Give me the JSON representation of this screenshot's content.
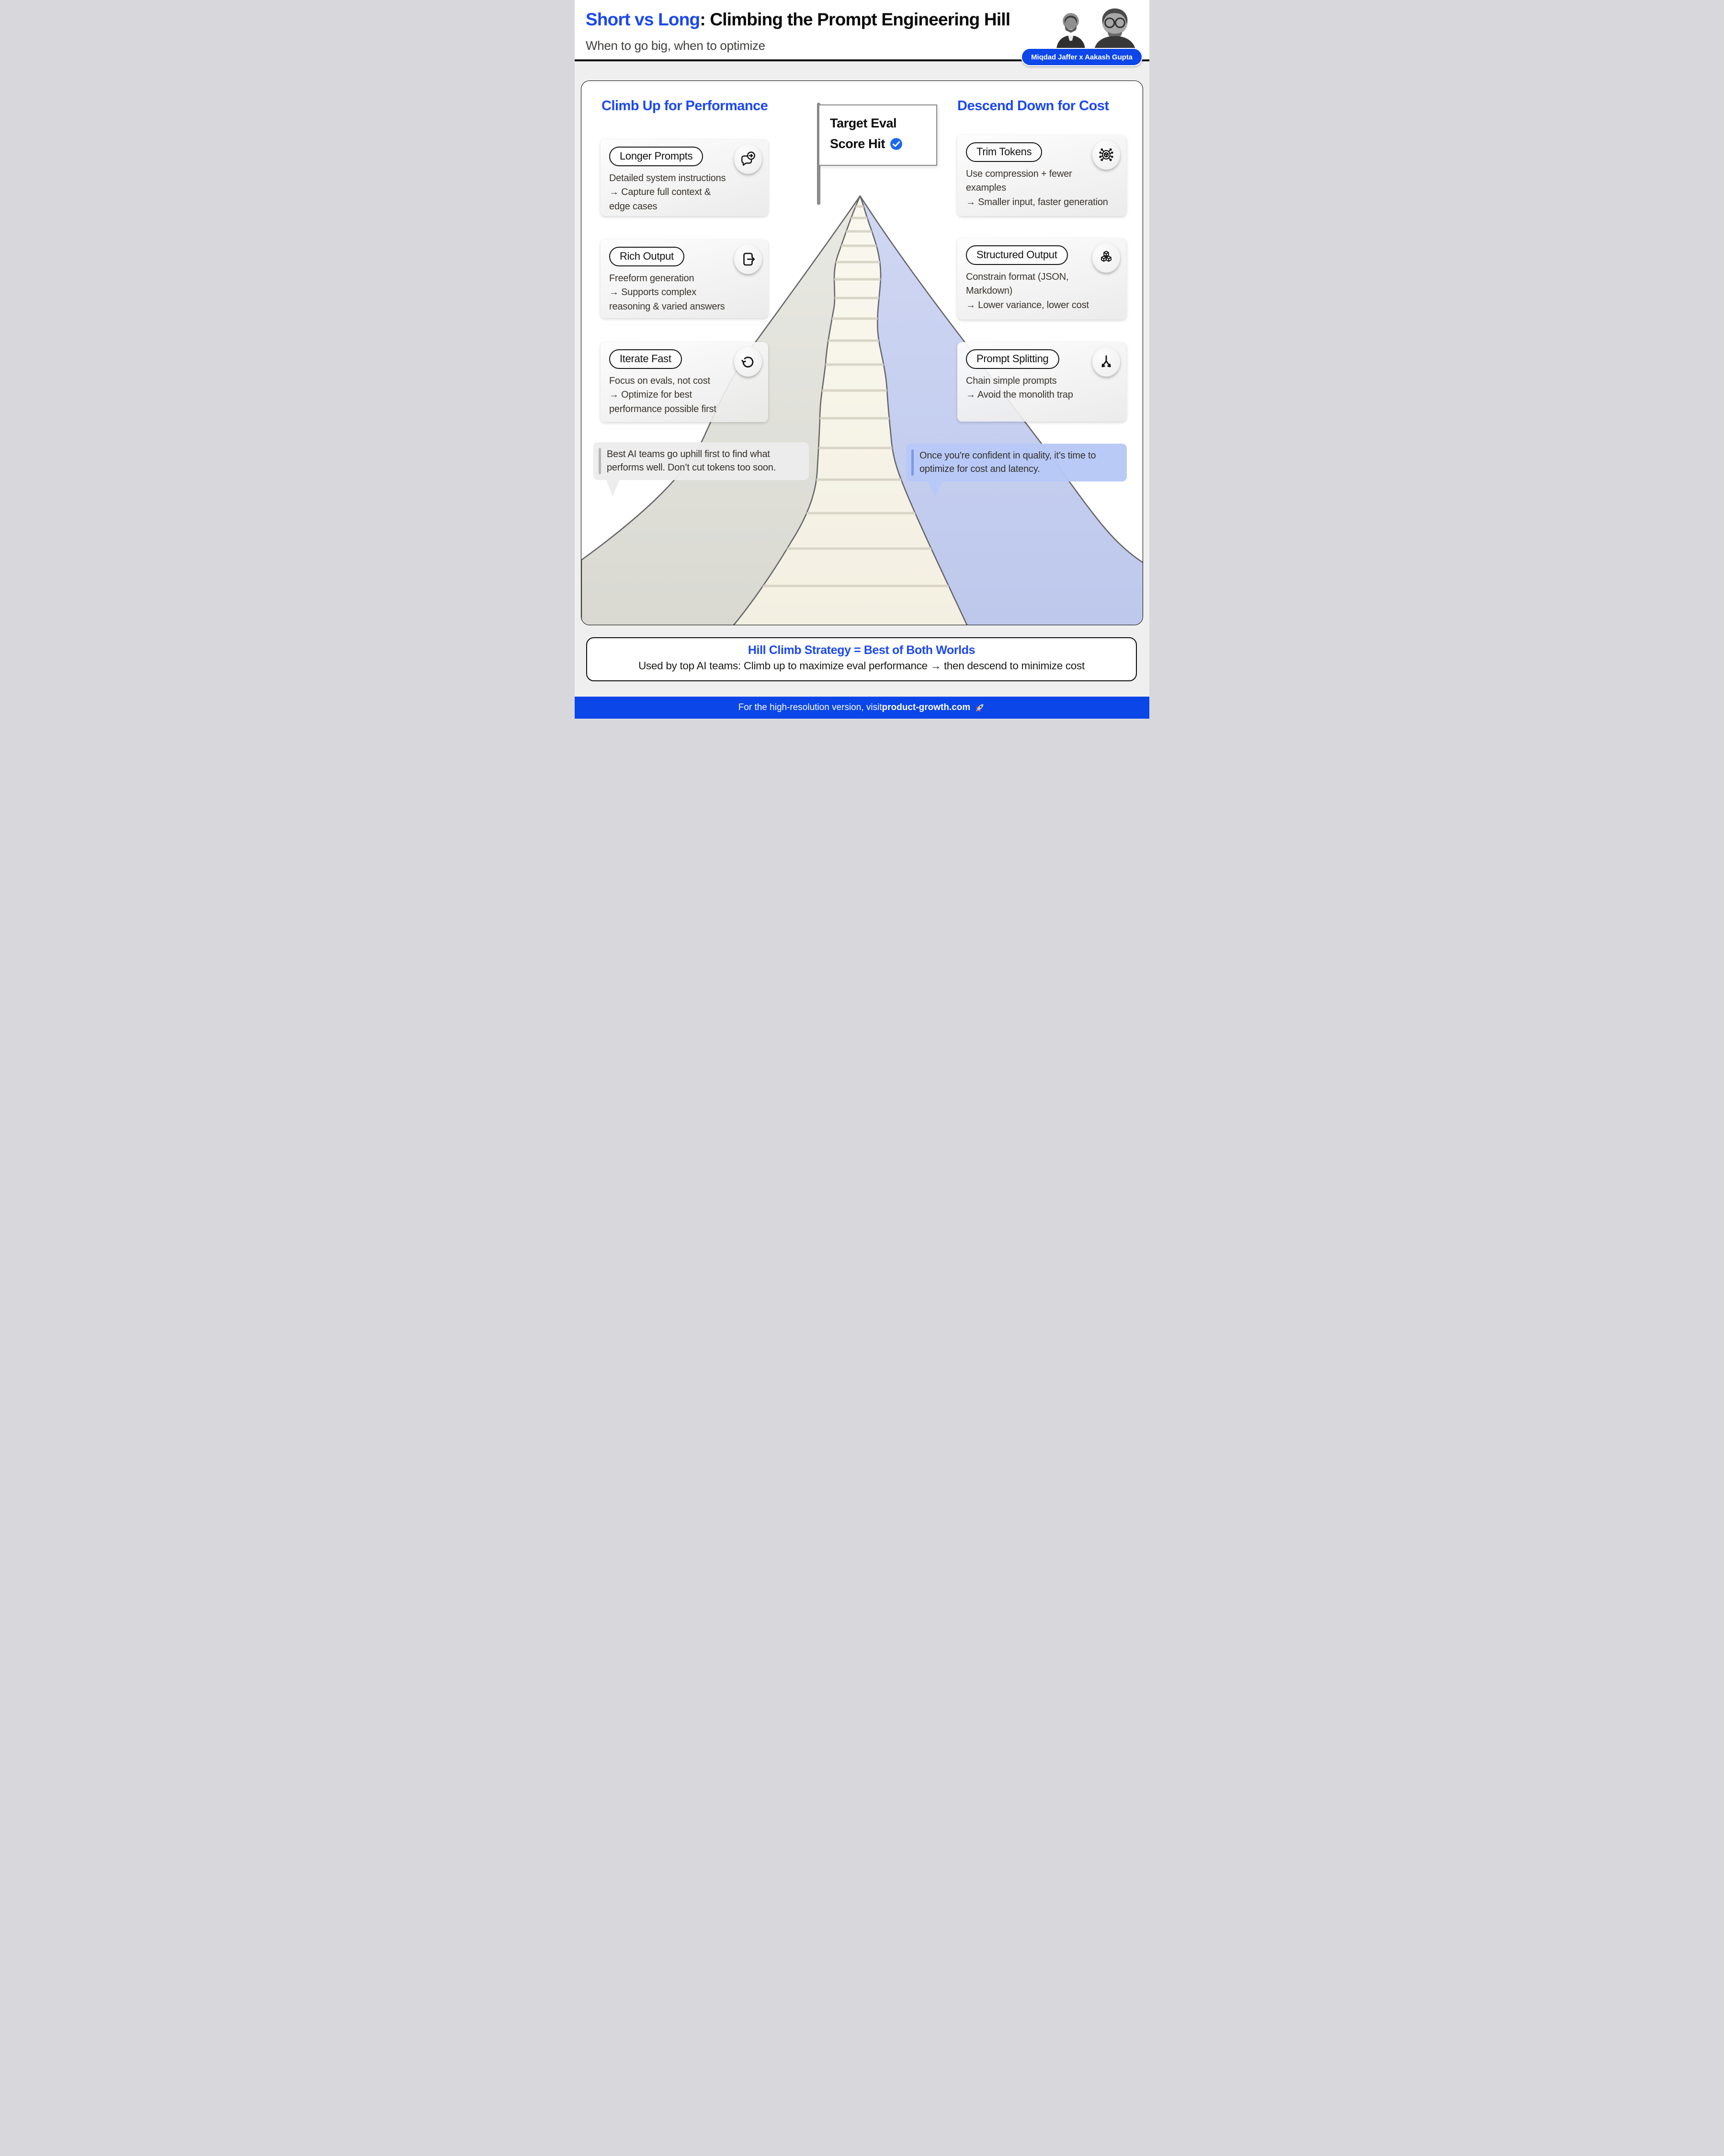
{
  "colors": {
    "accent_blue": "#1b48f2",
    "footer_blue": "#0a46e8",
    "badge_blue": "#0d47ea",
    "check_blue": "#1b66ee",
    "mountain_gray": "#dcdcd6",
    "mountain_blue": "#c3cdee",
    "trail_cream": "#f6f3e8",
    "page_background": "#efeff0"
  },
  "header": {
    "title_accent": "Short vs Long",
    "title_rest": ": Climbing the Prompt Engineering Hill",
    "subtitle": "When to go big, when to optimize",
    "badge": "Miqdad Jaffer x Aakash Gupta"
  },
  "flag": {
    "line1": "Target Eval",
    "line2": "Score Hit",
    "check_icon": "check-badge-icon"
  },
  "left_section": {
    "heading": "Climb Up for Performance",
    "cards": [
      {
        "pill": "Longer Prompts",
        "icon": "speech-bubble-arrow-icon",
        "body": "Detailed system instructions\n→ Capture full context &\nedge cases"
      },
      {
        "pill": "Rich Output",
        "icon": "export-document-icon",
        "body": "Freeform generation\n→ Supports complex\nreasoning & varied answers"
      },
      {
        "pill": "Iterate Fast",
        "icon": "refresh-icon",
        "body": "Focus on evals, not cost\n→ Optimize for best\nperformance possible first"
      }
    ],
    "quote": "Best AI teams go uphill first to find what performs well. Don’t cut tokens too soon."
  },
  "right_section": {
    "heading": "Descend Down for Cost",
    "cards": [
      {
        "pill": "Trim Tokens",
        "icon": "compression-chip-icon",
        "body": "Use compression + fewer\nexamples\n→ Smaller input, faster generation"
      },
      {
        "pill": "Structured Output",
        "icon": "stacked-cubes-icon",
        "body": "Constrain format (JSON,\nMarkdown)\n→ Lower variance, lower cost"
      },
      {
        "pill": "Prompt Splitting",
        "icon": "split-arrows-icon",
        "body": "Chain simple prompts\n→ Avoid the monolith trap"
      }
    ],
    "quote": "Once you're confident in quality, it's time to optimize for cost and latency."
  },
  "banner": {
    "title": "Hill Climb Strategy = Best of Both Worlds",
    "subtitle": "Used by top AI teams: Climb up to maximize eval performance → then descend to minimize cost"
  },
  "footer": {
    "prefix": "For the high-resolution version, visit ",
    "link": "product-growth.com",
    "rocket_icon": "rocket-icon"
  }
}
